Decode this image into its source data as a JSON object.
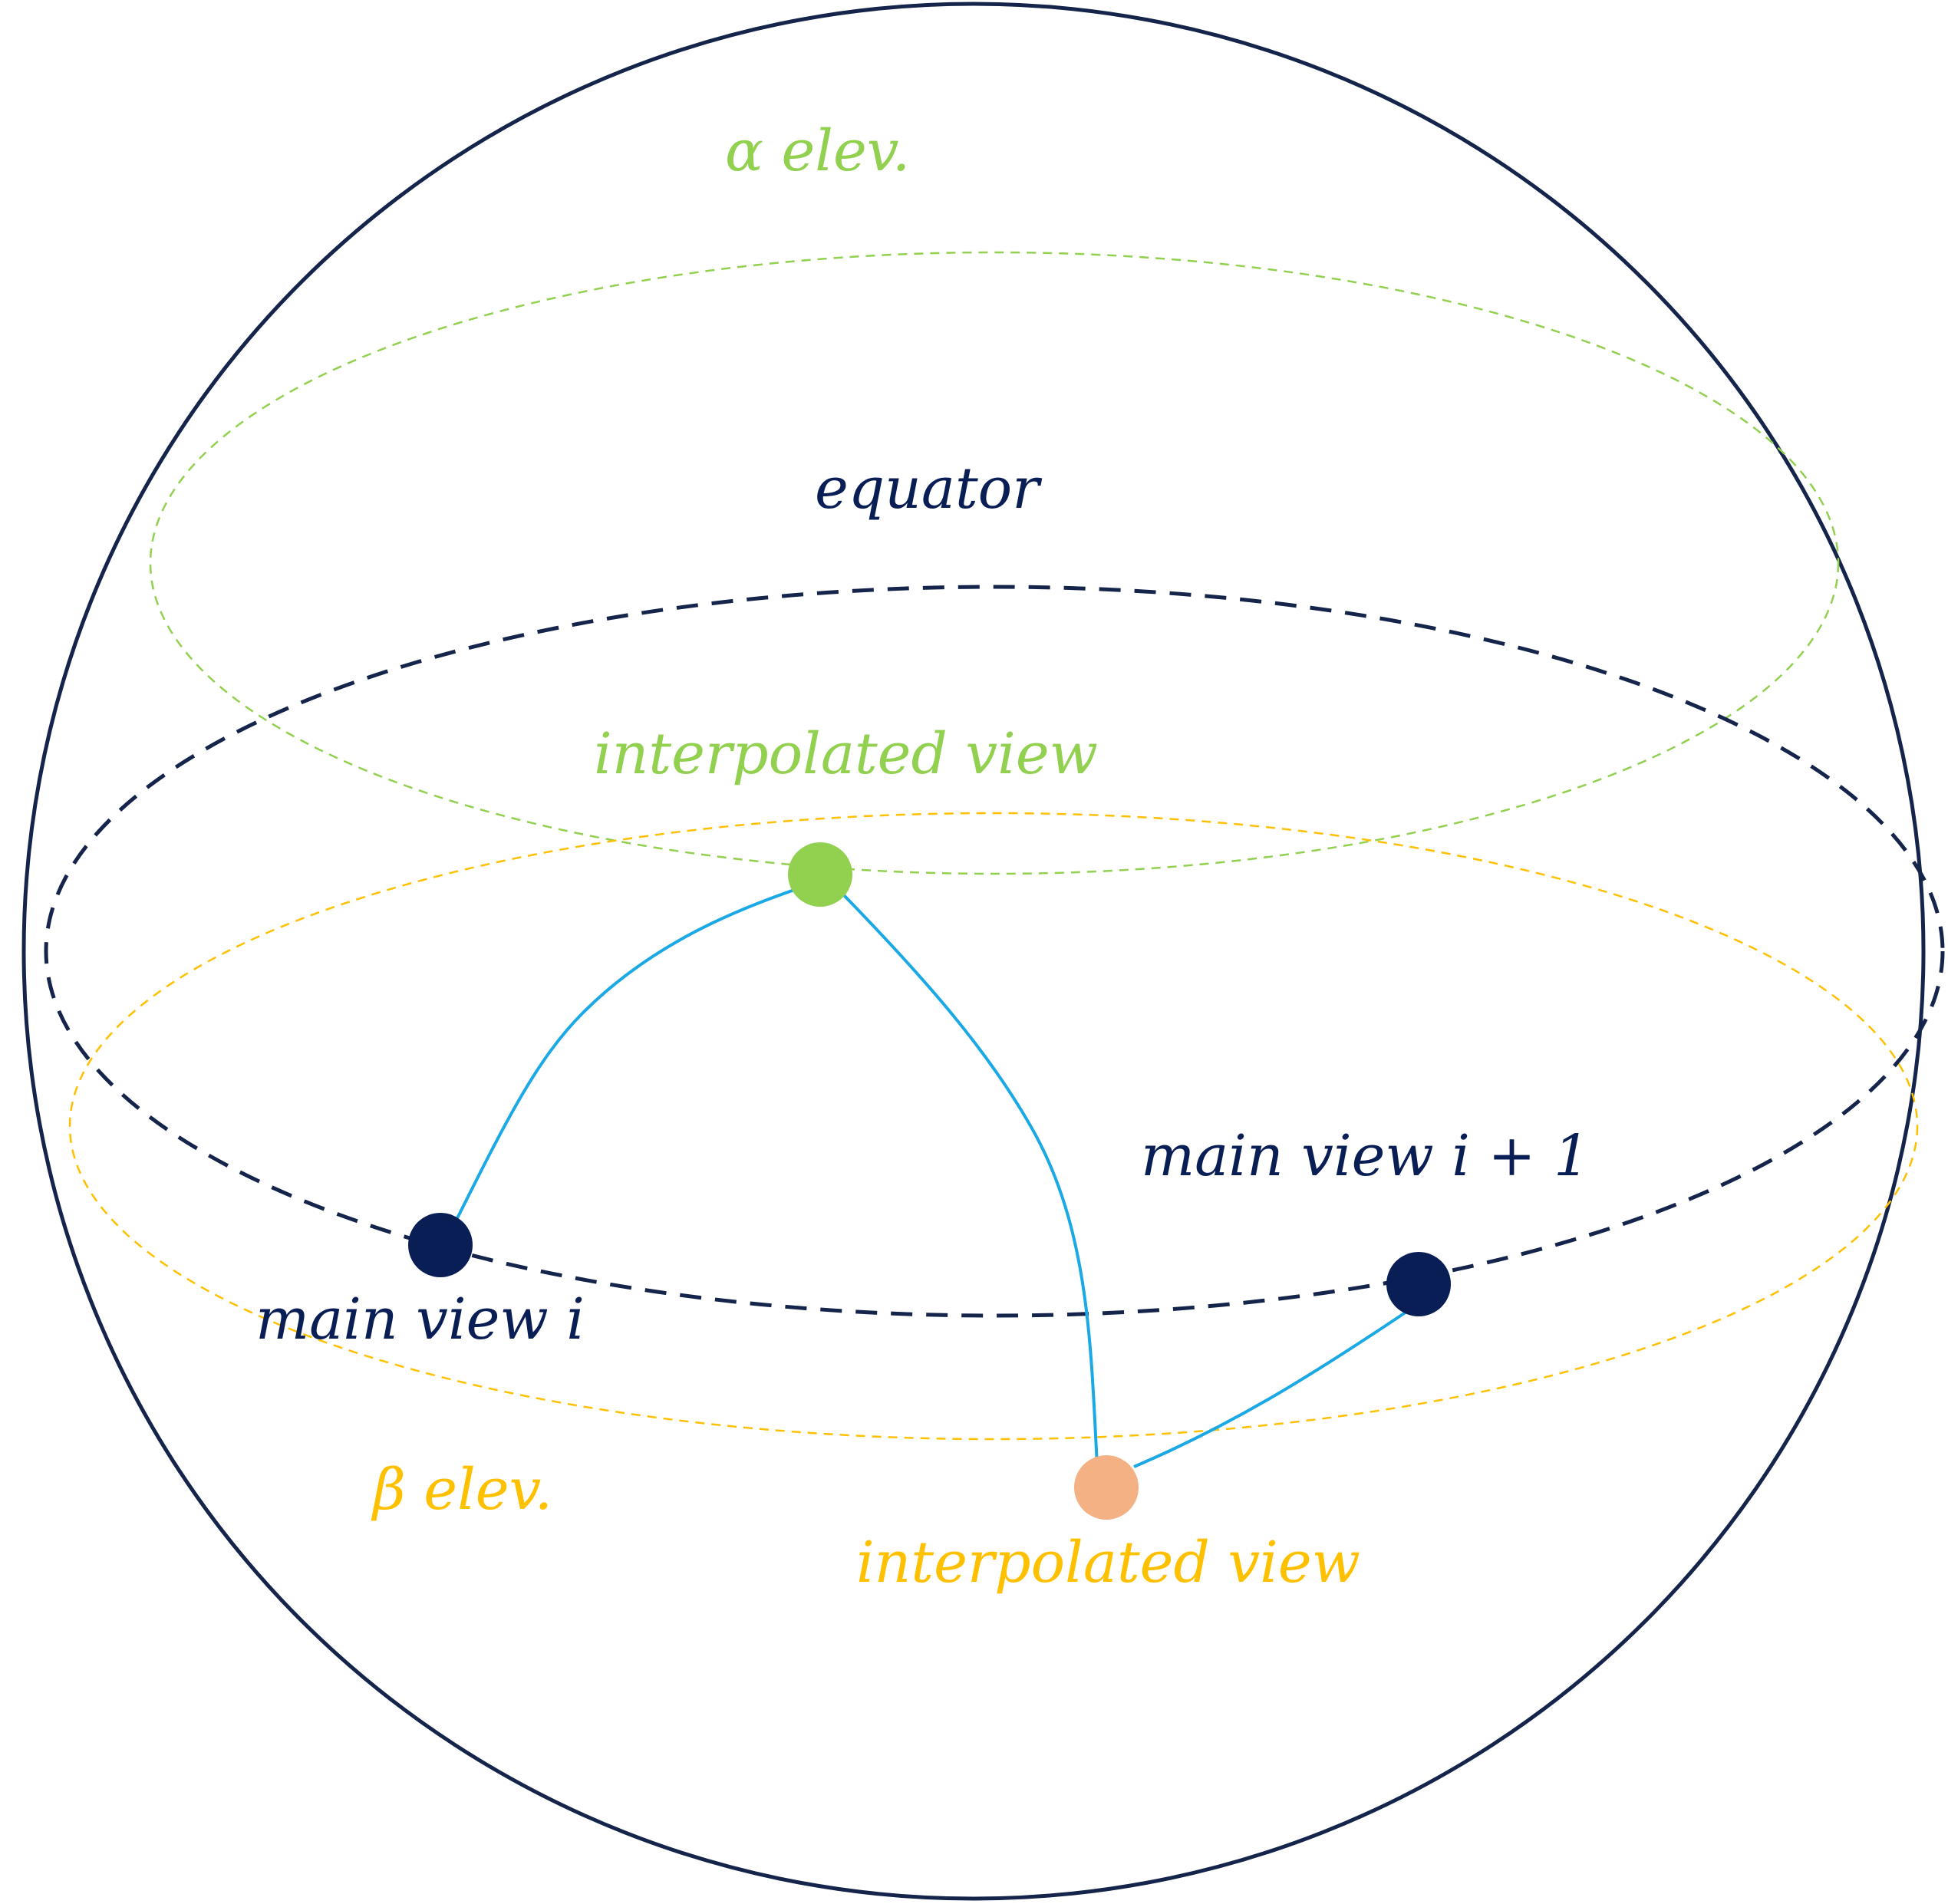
{
  "colors": {
    "sphere": "#14244a",
    "equator": "#14244a",
    "alpha": "#92d050",
    "beta": "#ffc000",
    "main_view": "#0a1e56",
    "interp_alpha": "#92d050",
    "interp_beta": "#f4b183",
    "path": "#1ba9e6",
    "dark_text": "#0a1e56"
  },
  "labels": {
    "alpha_elev": "α elev.",
    "equator": "equator",
    "interp_view_alpha": "interpolated view",
    "main_view_i_plus_1": "main view i + 1",
    "main_view_i": "main view i",
    "beta_elev": "β elev.",
    "interp_view_beta": "interpolated view"
  }
}
